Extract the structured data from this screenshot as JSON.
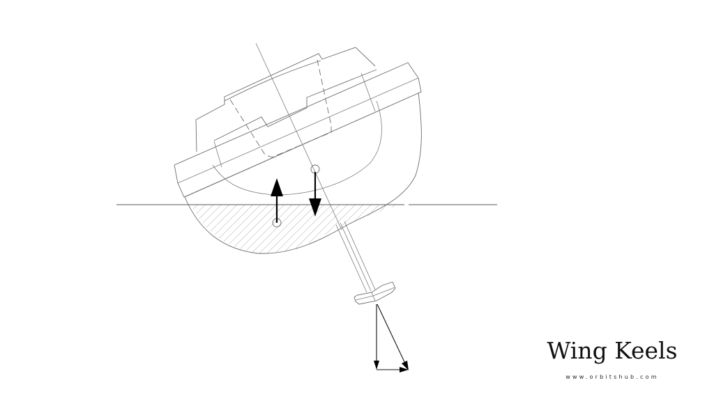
{
  "title": "Wing Keels",
  "website": "www.orbitshub.com",
  "diagram": {
    "subject": "heeled-sailboat-cross-section-with-wing-keel",
    "elements": [
      "hull-outline",
      "cabin-deckhouse",
      "mast-centerline",
      "waterline",
      "submerged-hull-hatched",
      "buoyancy-arrow-up",
      "gravity-arrow-down",
      "center-of-buoyancy",
      "center-of-gravity",
      "keel-fin",
      "wing-keel-bulb",
      "force-vector-triangle"
    ],
    "colors": {
      "line": "#6b6b6b",
      "arrow": "#000000",
      "background": "#ffffff"
    }
  }
}
